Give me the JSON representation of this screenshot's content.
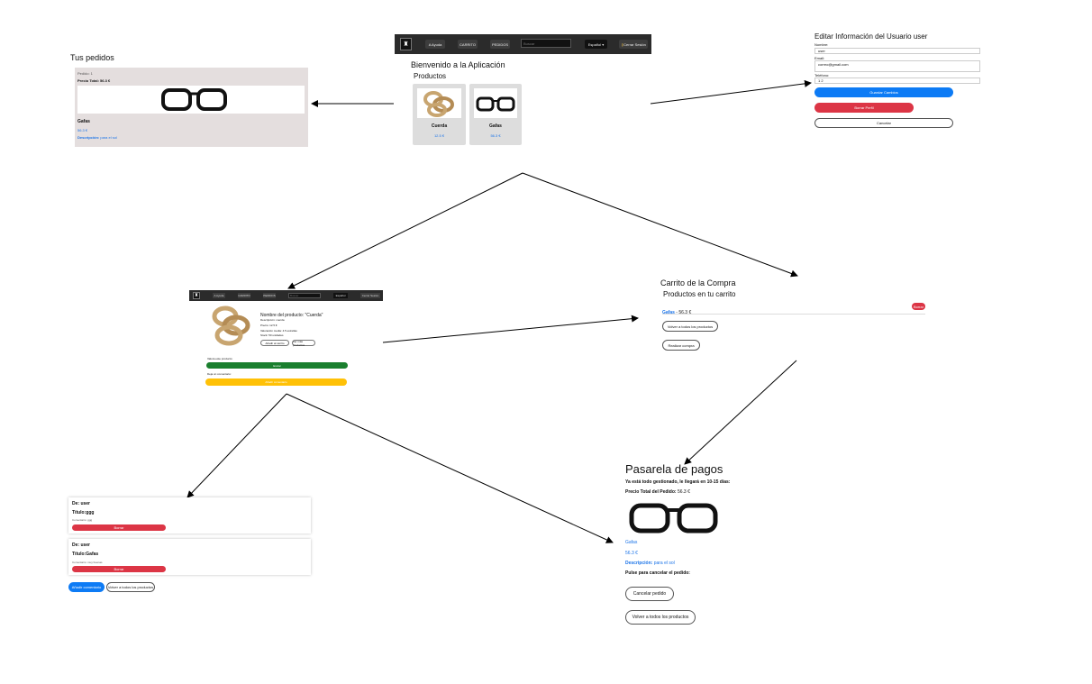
{
  "home": {
    "navbar": {
      "buttons": [
        "A Ayuda",
        "CARRITO",
        "PEDIDOS"
      ],
      "search_placeholder": "Buscar",
      "language": "Español",
      "logout": "Cerrar Sesión"
    },
    "welcome": "Bienvenido a la Aplicación",
    "products_title": "Productos",
    "products": [
      {
        "name": "Cuerda",
        "price": "12.5 €"
      },
      {
        "name": "Gafas",
        "price": "56.3 €"
      }
    ]
  },
  "orders": {
    "title": "Tus pedidos",
    "order_label": "Pedido: 1",
    "total_label": "Precio Total: 56.3 €",
    "product_name": "Gafas",
    "product_price": "56.3 €",
    "description_label": "Descripción:",
    "description_value": "para el sol"
  },
  "edit_user": {
    "title": "Editar Información del Usuario user",
    "name_label": "Nombre:",
    "name_value": "user",
    "email_label": "Email:",
    "email_value": "correo@gmail.com",
    "phone_label": "Teléfono:",
    "phone_value": "1 2",
    "save": "Guardar Cambios",
    "delete": "Borrar Perfil",
    "cancel": "Cancelar"
  },
  "product_detail": {
    "navbar": {
      "buttons": [
        "A Ayuda",
        "CARRITO",
        "PEDIDOS"
      ],
      "search_placeholder": "Buscar",
      "language": "Español",
      "logout": "Cerrar Sesión"
    },
    "heading_prefix": "Nombre del producto:",
    "heading_name": "\"Cuerda\"",
    "lines": [
      "Descripción: cuerda",
      "Precio: 12.5 €",
      "Valoración media: 4.5 estrellas",
      "Stock: 50 unidades"
    ],
    "btn_cart": "Añadir al carrito",
    "btn_back": "Ver más productos",
    "rating_label": "Valora este producto:",
    "green_button": "Enviar",
    "comment_label": "Deja un comentario:",
    "yellow_button": "Añadir comentario"
  },
  "cart": {
    "title": "Carrito de la Compra",
    "subtitle": "Productos en tu carrito",
    "item_name": "Gafas",
    "item_price": " - 56.3 €",
    "remove": "Borrar",
    "back": "Volver a todos los productos",
    "checkout": "Realizar compra"
  },
  "comments": {
    "items": [
      {
        "author": "De: user",
        "title": "Título:ggg",
        "content": "Comentario: ggg",
        "delete": "Borrar"
      },
      {
        "author": "De: user",
        "title": "Título:Gafas",
        "content": "Comentario: muy buenas",
        "delete": "Borrar"
      }
    ],
    "add": "Añadir comentario",
    "back": "Volver a todos los productos"
  },
  "payment": {
    "title": "Pasarela de pagos",
    "notice": "Ya está todo gestionado, le llegará en 10-15 días:",
    "total_label": "Precio Total del Pedido:",
    "total_value": " 56.3 €",
    "product_name": "Gafas",
    "product_price": "56.3 €",
    "description_label": "Descripción:",
    "description_value": "para el sol",
    "cancel_prompt": "Pulse para cancelar el pedido:",
    "cancel_button": "Cancelar pedido",
    "back_button": "Volver a todos los productos"
  },
  "colors": {
    "navbar": "#2b2b2b",
    "primary": "#0d7bf5",
    "danger": "#dc3545",
    "success": "#1a7f2e",
    "warning": "#ffc107",
    "orders_bg": "#e4dede"
  }
}
